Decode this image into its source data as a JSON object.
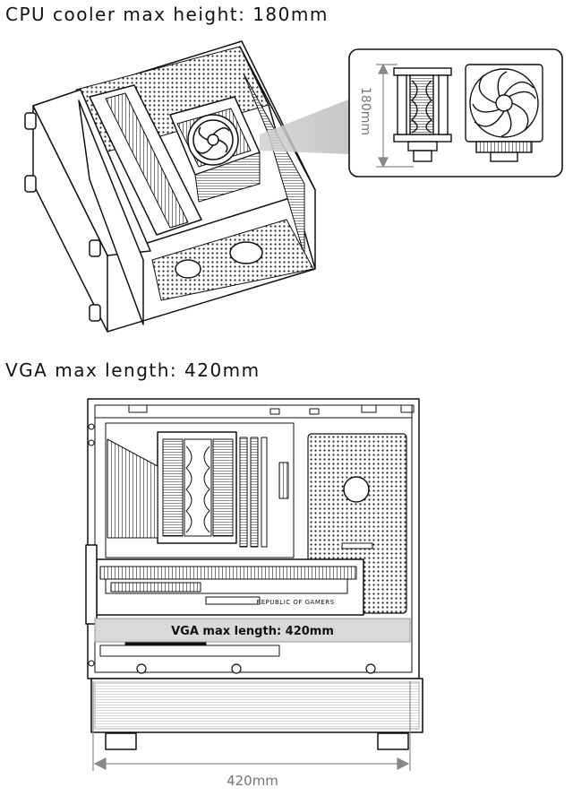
{
  "sections": [
    {
      "title": "CPU cooler max height: 180mm",
      "dimension_label": "180mm"
    },
    {
      "title": "VGA max length: 420mm",
      "banner": "VGA max length: 420mm",
      "dimension_label": "420mm",
      "gpu_brand": "REPUBLIC OF GAMERS"
    }
  ]
}
